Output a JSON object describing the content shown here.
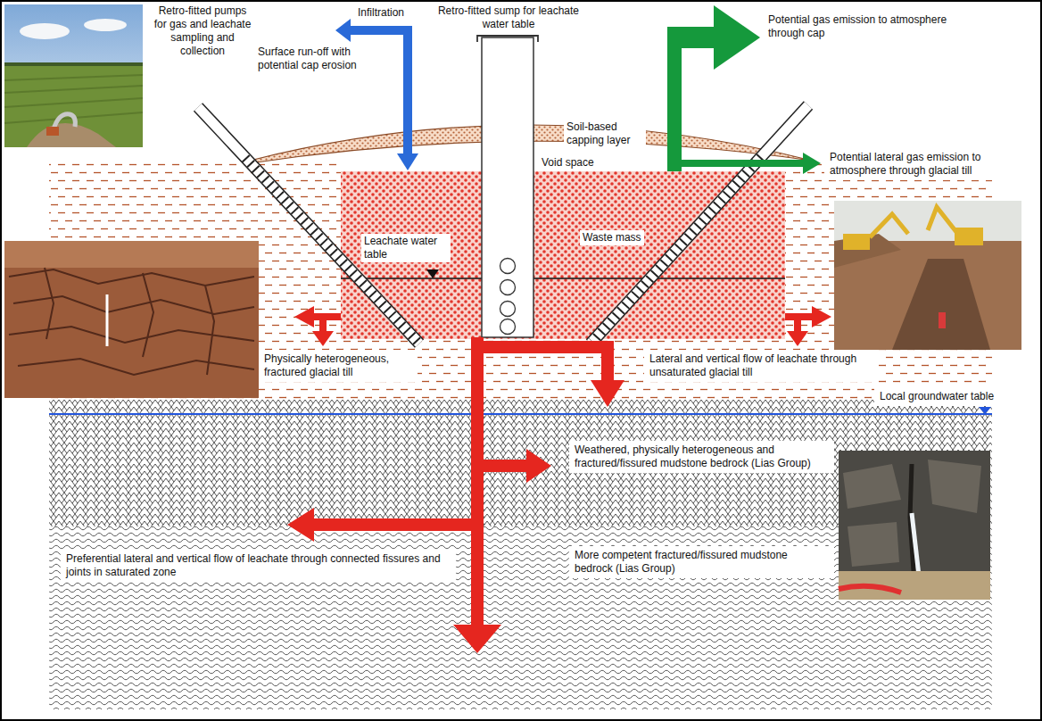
{
  "diagram": {
    "nodes": [
      {
        "text": [
          "Potential lateral gas emission to atmosphere through glacial till"
        ]
      },
      {
        "text": [
          "Physically heterogeneous, fractured glacial till"
        ]
      },
      {
        "text": [
          "Lateral and vertical flow of leachate through unsaturated glacial till"
        ]
      },
      {
        "text": [
          "Local groundwater table"
        ]
      },
      {
        "text": [
          "Weathered, physically heterogeneous and fractured/fissured mudstone bedrock (Lias Group)"
        ]
      },
      {
        "text": [
          "Preferential lateral and vertical flow of leachate through connected fissures and joints in saturated zone"
        ]
      },
      {
        "text": [
          "More competent fractured/fissured mudstone bedrock (Lias Group)"
        ]
      }
    ],
    "labels": [
      "Retro-fitted pumps for gas and leachate sampling and collection",
      "Infiltration",
      "Retro-fitted sump for leachate water table",
      "Potential gas emission to atmosphere through cap",
      "Surface run-off with potential cap erosion",
      "Soil-based capping layer",
      "Void space",
      "Leachate water table",
      "Waste mass"
    ]
  }
}
